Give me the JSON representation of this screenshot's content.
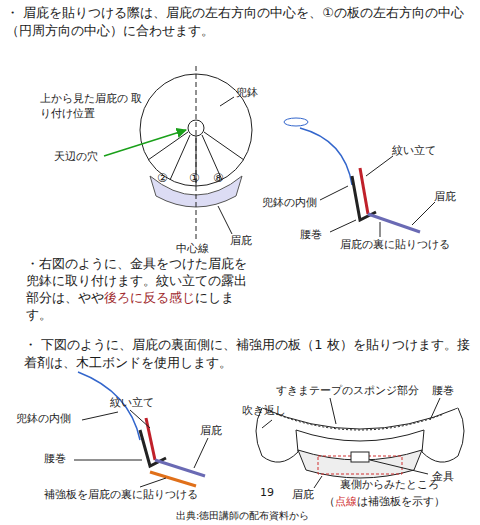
{
  "diagram": {
    "labels": [
      "・ 眉庇を貼りつける際は、眉庇の左右方向の中心を、①の板の左右方向の中心（円周方向の中心）に合わせます。",
      "上から見た眉庇の 取り付け位置",
      "天辺の穴",
      "兜鉢",
      "②",
      "①",
      "⑧",
      "中心線",
      "眉庇",
      "紋い立て",
      "兜鉢の内側",
      "眉庇",
      "腰巻",
      "眉庇の裏に貼りつける",
      "・右図のように、金具をつけた眉庇を兜鉢に取り付けます。紋い立ての露出部分は、やや",
      "後ろに反る感じ",
      "にします。",
      "・ 下図のように、眉庇の裏面側に、補強用の板（1 枚）を貼りつけます。接着剤は、木工ボンドを使用します。",
      "紋い立て",
      "兜鉢の内側",
      "眉庇",
      "腰巻",
      "補強板を眉庇の裏に貼りつける",
      "すきまテープのスポンジ部分",
      "腰巻",
      "吹き返し",
      "金具",
      "19",
      "眉庇",
      "裏側からみたところ",
      "（",
      "点線",
      "は補強板を示す）",
      "出典:徳田講師の配布資料から"
    ]
  }
}
